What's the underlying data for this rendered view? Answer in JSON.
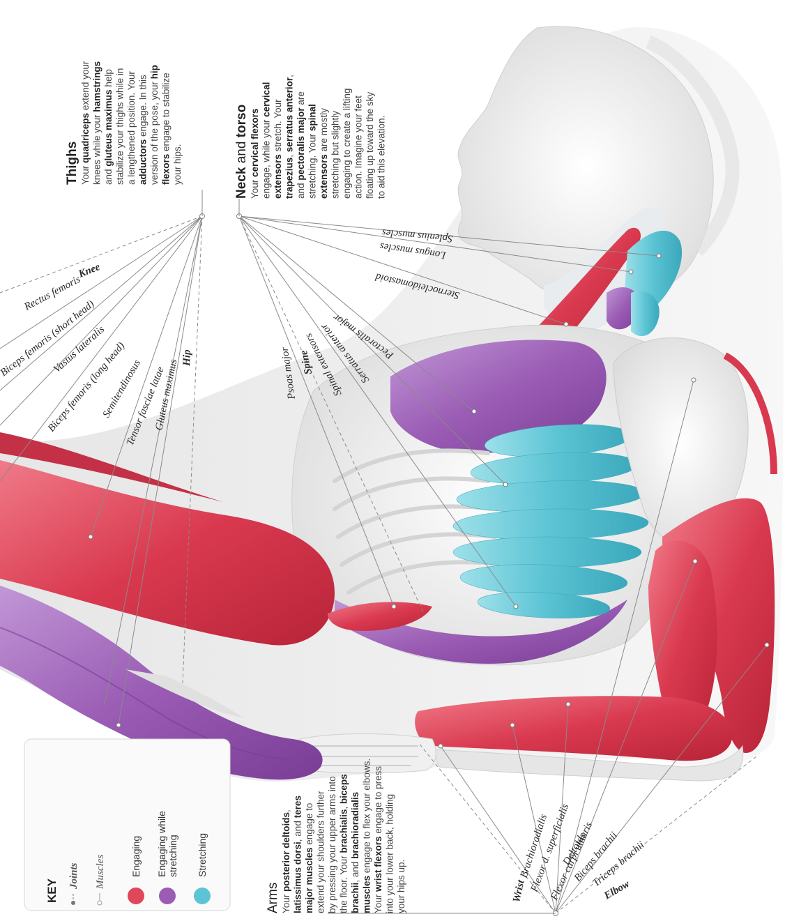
{
  "key": {
    "title": "KEY",
    "joints": "Joints",
    "muscles": "Muscles",
    "engaging": "Engaging",
    "engaging_while_1": "Engaging while",
    "engaging_while_2": "stretching",
    "stretching": "Stretching",
    "colors": {
      "engaging": "#e0475a",
      "engaging_while_stretching": "#9a5cb4",
      "stretching": "#5cc4d4"
    }
  },
  "thighs": {
    "heading": "Thighs",
    "lines": [
      [
        [
          "Your ",
          false
        ],
        [
          "quadriceps",
          true
        ],
        [
          " extend your",
          false
        ]
      ],
      [
        [
          "knees while your ",
          false
        ],
        [
          "hamstrings",
          true
        ]
      ],
      [
        [
          "and ",
          false
        ],
        [
          "gluteus maximus",
          true
        ],
        [
          " help",
          false
        ]
      ],
      [
        [
          "stabilize your thighs while in",
          false
        ]
      ],
      [
        [
          "a lengthened position. Your",
          false
        ]
      ],
      [
        [
          "adductors",
          true
        ],
        [
          " engage. In this",
          false
        ]
      ],
      [
        [
          "version of the pose, your ",
          false
        ],
        [
          "hip",
          true
        ]
      ],
      [
        [
          "flexors",
          true
        ],
        [
          " engage to stabilize",
          false
        ]
      ],
      [
        [
          "your hips.",
          false
        ]
      ]
    ]
  },
  "neck": {
    "heading_bold": "Neck",
    "heading_rest": " and ",
    "heading_bold2": "torso",
    "lines": [
      [
        [
          "Your ",
          false
        ],
        [
          "cervical flexors",
          true
        ]
      ],
      [
        [
          "engage, while your ",
          false
        ],
        [
          "cervical",
          true
        ]
      ],
      [
        [
          "extensors",
          true
        ],
        [
          " stretch. Your",
          false
        ]
      ],
      [
        [
          "trapezius",
          true
        ],
        [
          ", ",
          false
        ],
        [
          "serratus anterior",
          true
        ],
        [
          ",",
          false
        ]
      ],
      [
        [
          "and ",
          false
        ],
        [
          "pectoralis major",
          true
        ],
        [
          " are",
          false
        ]
      ],
      [
        [
          "stretching. Your ",
          false
        ],
        [
          "spinal",
          true
        ]
      ],
      [
        [
          "extensors",
          true
        ],
        [
          " are mostly",
          false
        ]
      ],
      [
        [
          "stretching but slightly",
          false
        ]
      ],
      [
        [
          "engaging to create a lifting",
          false
        ]
      ],
      [
        [
          "action. Imagine your feet",
          false
        ]
      ],
      [
        [
          "floating up toward the sky",
          false
        ]
      ],
      [
        [
          "to aid this elevation.",
          false
        ]
      ]
    ]
  },
  "arms": {
    "heading": "Arms",
    "lines": [
      [
        [
          "Your ",
          false
        ],
        [
          "posterior deltoids",
          true
        ],
        [
          ",",
          false
        ]
      ],
      [
        [
          "latissimus dorsi",
          true
        ],
        [
          ", and ",
          false
        ],
        [
          "teres",
          true
        ]
      ],
      [
        [
          "major muscles",
          true
        ],
        [
          " engage to",
          false
        ]
      ],
      [
        [
          "extend your shoulders further",
          false
        ]
      ],
      [
        [
          "by pressing your upper arms into",
          false
        ]
      ],
      [
        [
          "the floor. Your ",
          false
        ],
        [
          "brachialis",
          true
        ],
        [
          ", ",
          false
        ],
        [
          "biceps",
          true
        ]
      ],
      [
        [
          "brachii",
          true
        ],
        [
          ", and ",
          false
        ],
        [
          "brachioradialis",
          true
        ]
      ],
      [
        [
          "muscles",
          true
        ],
        [
          " engage to flex your elbows.",
          false
        ]
      ],
      [
        [
          "Your ",
          false
        ],
        [
          "wrist flexors",
          true
        ],
        [
          " engage to press",
          false
        ]
      ],
      [
        [
          "into your lower back, holding",
          false
        ]
      ],
      [
        [
          "your hips up.",
          false
        ]
      ]
    ]
  },
  "thigh_labels": [
    "Knee",
    "Rectus femoris",
    "Biceps femoris (short head)",
    "Vastus lateralis",
    "Biceps femoris (long head)",
    "Semitendinosus",
    "Tensor fasciae latae",
    "Gluteus maximus",
    "Hip"
  ],
  "neck_labels": [
    "Splenius muscles",
    "Longus muscles",
    "Sternocleidomastoid",
    "Pectoralis major",
    "Serratus anterior",
    "Spinal extensors",
    "Spine",
    "Psoas major"
  ],
  "arm_labels": [
    "Wrist",
    "Brachioradialis",
    "Flexor d. superficialis",
    "Flexor carpi ulnaris",
    "Deltoids",
    "Biceps brachii",
    "Triceps brachii",
    "Elbow"
  ]
}
